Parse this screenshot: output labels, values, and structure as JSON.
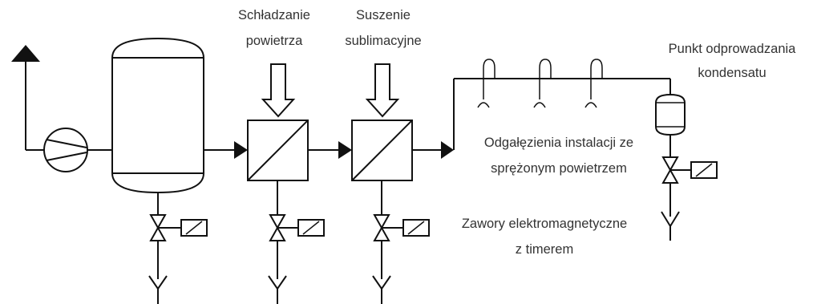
{
  "labels": {
    "cooling": [
      "Schładzanie",
      "powietrza"
    ],
    "dryer": [
      "Suszenie",
      "sublimacyjne"
    ],
    "drain_point": [
      "Punkt odprowadzania",
      "kondensatu"
    ],
    "branches": [
      "Odgałęzienia instalacji ze",
      "sprężonym powietrzem"
    ],
    "valves": [
      "Zawory elektromagnetyczne",
      "z timerem"
    ]
  }
}
